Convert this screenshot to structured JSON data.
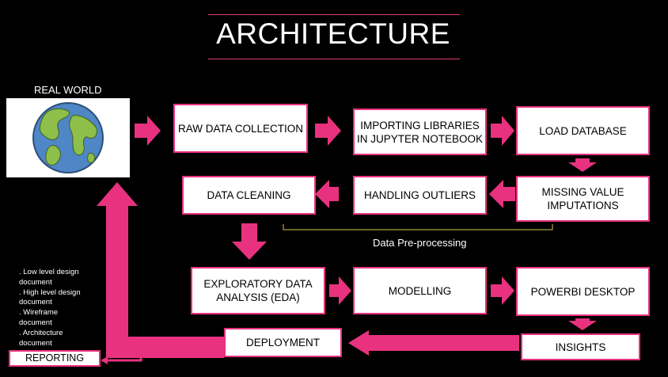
{
  "title": "ARCHITECTURE",
  "real_world_label": "REAL WORLD",
  "globe_icon": "earth-globe-icon",
  "boxes": {
    "raw": "RAW DATA COLLECTION",
    "import_l1": "IMPORTING LIBRARIES",
    "import_l2": "IN JUPYTER NOTEBOOK",
    "load": "LOAD DATABASE",
    "missing_l1": "MISSING VALUE",
    "missing_l2": "IMPUTATIONS",
    "outliers": "HANDLING OUTLIERS",
    "cleaning": "DATA CLEANING",
    "eda_l1": "EXPLORATORY DATA",
    "eda_l2": "ANALYSIS (EDA)",
    "modelling": "MODELLING",
    "powerbi": "POWERBI DESKTOP",
    "insights": "INSIGHTS",
    "deployment": "DEPLOYMENT",
    "reporting": "REPORTING"
  },
  "preprocessing_label": "Data Pre-processing",
  "documents": [
    ". Low level  design",
    "document",
    ". High level  design",
    "document",
    ". Wireframe",
    "document",
    ". Architecture",
    "document"
  ],
  "colors": {
    "accent": "#e8327f",
    "background": "#000000",
    "bracket": "#d6c84a"
  }
}
